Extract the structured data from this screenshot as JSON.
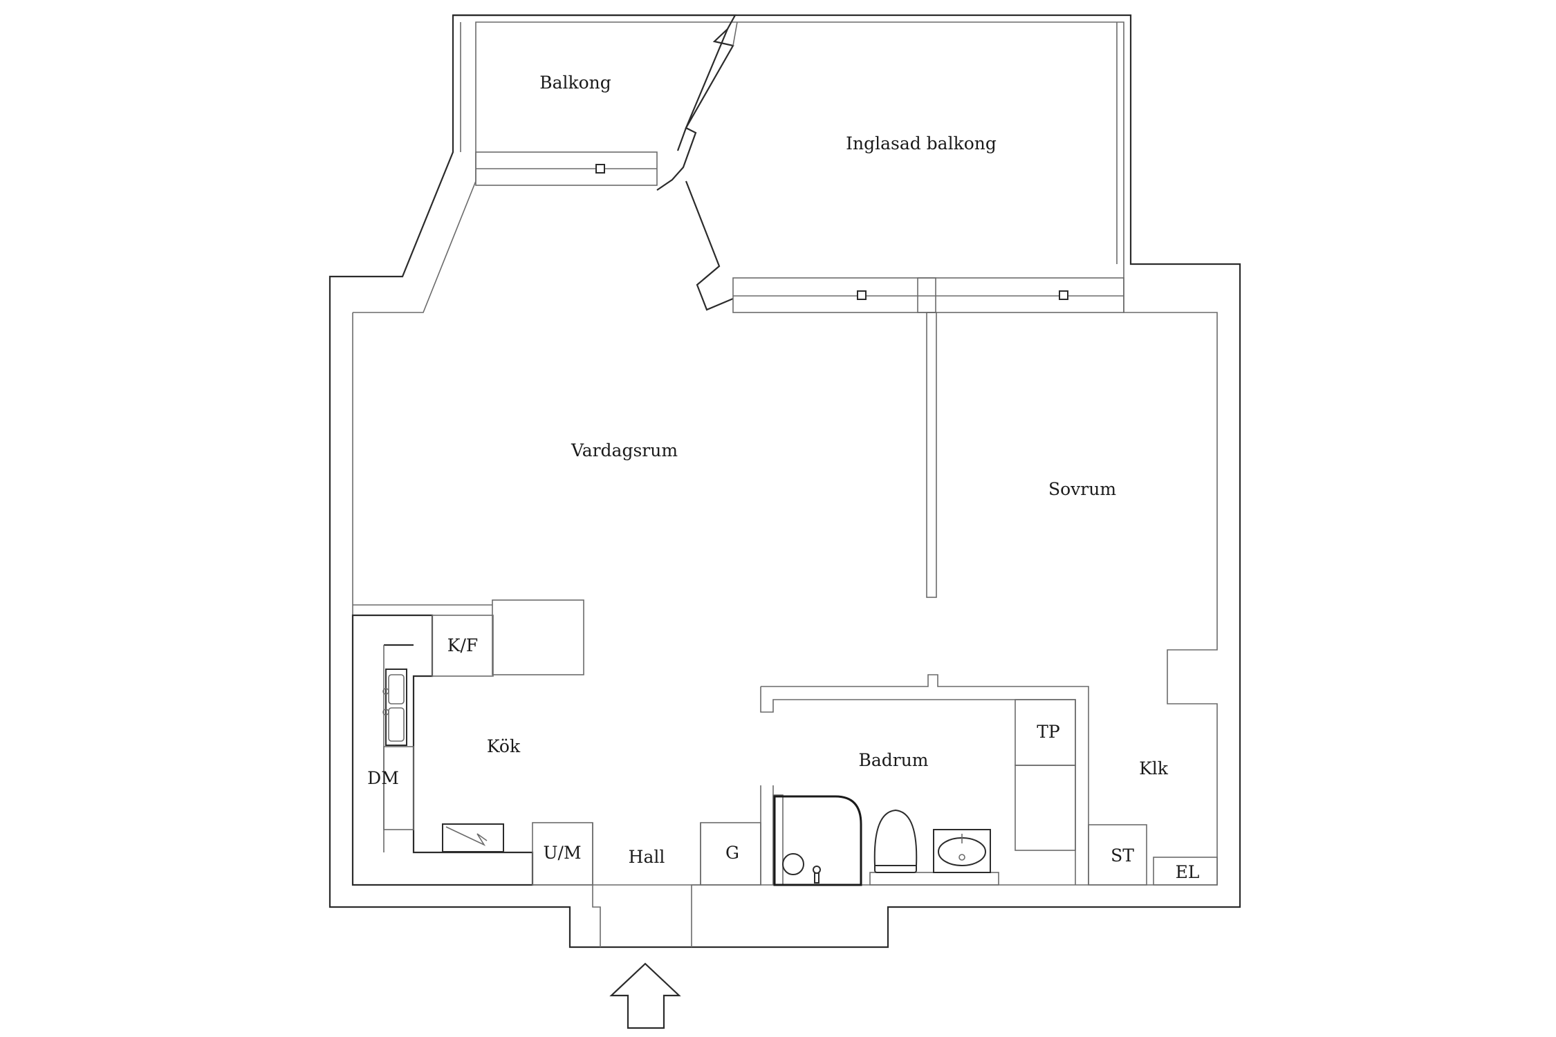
{
  "rooms": {
    "balkong": "Balkong",
    "inglasad_balkong": "Inglasad balkong",
    "vardagsrum": "Vardagsrum",
    "sovrum": "Sovrum",
    "kok": "Kök",
    "badrum": "Badrum",
    "hall": "Hall",
    "klk": "Klk"
  },
  "fixtures": {
    "kf": "K/F",
    "dm": "DM",
    "um": "U/M",
    "g": "G",
    "tp": "TP",
    "st": "ST",
    "el": "EL"
  },
  "colors": {
    "wall": "#2b2b2b",
    "background": "#ffffff"
  },
  "icons": {
    "entrance": "entrance-arrow-icon",
    "sink": "kitchen-sink-icon",
    "stove": "stove-icon",
    "shower": "shower-icon",
    "toilet": "toilet-icon",
    "washbasin": "washbasin-icon"
  }
}
